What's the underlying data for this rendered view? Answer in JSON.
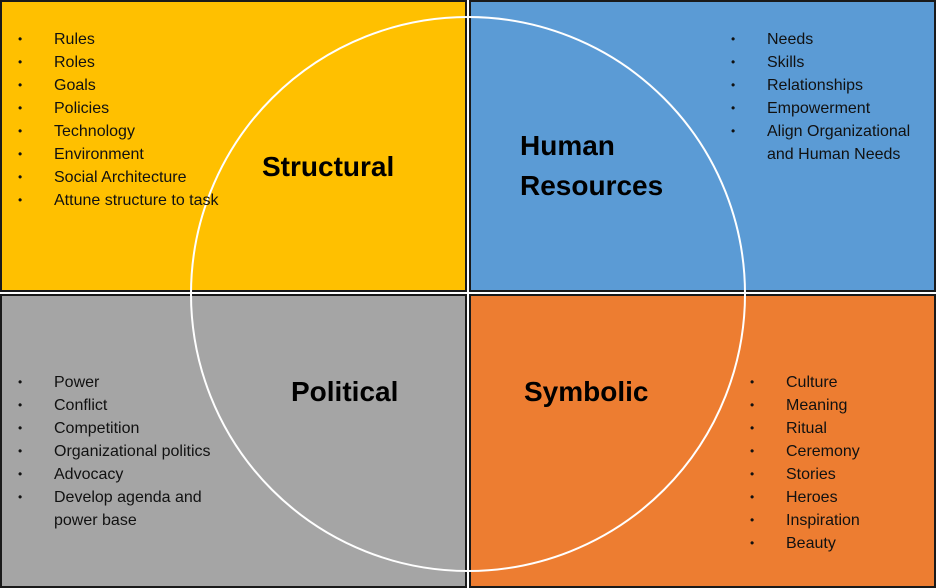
{
  "colors": {
    "structural": "#FFC000",
    "human_resources": "#5B9BD5",
    "political": "#A5A5A5",
    "symbolic": "#ED7D31",
    "circle_stroke": "#FFFFFF",
    "quadrant_border": "#1A1A1A"
  },
  "frames": {
    "structural": {
      "title": "Structural",
      "items": [
        "Rules",
        "Roles",
        "Goals",
        "Policies",
        "Technology",
        "Environment",
        "Social Architecture",
        "Attune structure to task"
      ]
    },
    "human_resources": {
      "title_lines": [
        "Human",
        "Resources"
      ],
      "items": [
        "Needs",
        "Skills",
        "Relationships",
        "Empowerment",
        "Align Organizational and Human Needs"
      ]
    },
    "political": {
      "title": "Political",
      "items": [
        "Power",
        "Conflict",
        "Competition",
        "Organizational politics",
        "Advocacy",
        "Develop agenda and power base"
      ]
    },
    "symbolic": {
      "title": "Symbolic",
      "items": [
        "Culture",
        "Meaning",
        "Ritual",
        "Ceremony",
        "Stories",
        "Heroes",
        "Inspiration",
        "Beauty"
      ]
    }
  }
}
